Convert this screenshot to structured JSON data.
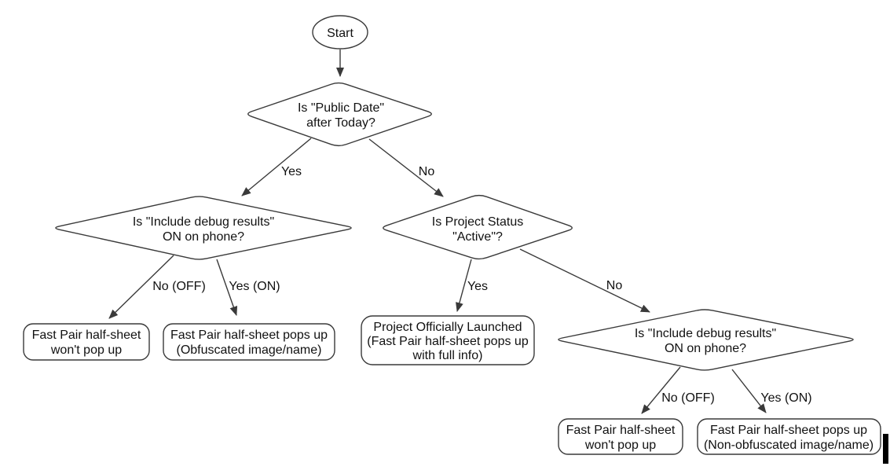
{
  "flowchart": {
    "nodes": {
      "start": {
        "label": "Start"
      },
      "public_date": {
        "line1": "Is \"Public Date\"",
        "line2": "after Today?"
      },
      "debug_left": {
        "line1": "Is \"Include debug results\"",
        "line2": "ON on phone?"
      },
      "project_status": {
        "line1": "Is Project Status",
        "line2": "\"Active\"?"
      },
      "debug_right": {
        "line1": "Is \"Include debug results\"",
        "line2": "ON on phone?"
      },
      "no_popup_left": {
        "line1": "Fast Pair half-sheet",
        "line2": "won't pop up"
      },
      "popup_obfuscated": {
        "line1": "Fast Pair half-sheet pops up",
        "line2": "(Obfuscated image/name)"
      },
      "launched": {
        "line1": "Project Officially Launched",
        "line2": "(Fast Pair half-sheet pops up",
        "line3": "with full info)"
      },
      "no_popup_right": {
        "line1": "Fast Pair half-sheet",
        "line2": "won't pop up"
      },
      "popup_non_obfuscated": {
        "line1": "Fast Pair half-sheet pops up",
        "line2": "(Non-obfuscated image/name)"
      }
    },
    "edges": {
      "yes": "Yes",
      "no": "No",
      "no_off": "No (OFF)",
      "yes_on": "Yes (ON)"
    },
    "colors": {
      "stroke": "#3a3a3a",
      "text": "#111111",
      "background": "#ffffff",
      "cursor_bar": "#000000"
    }
  }
}
